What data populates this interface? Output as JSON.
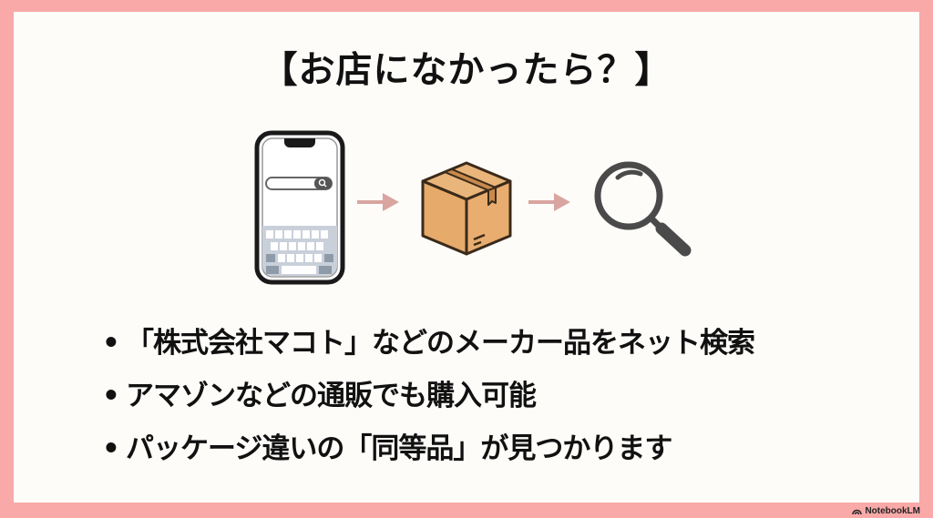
{
  "slide": {
    "title": "【お店になかったら？】",
    "colors": {
      "border": "#f8a9a8",
      "background": "#fdfcf9",
      "arrow": "#d9a5a0",
      "box": "#e6aa6a",
      "magnifier": "#4a4a4a"
    },
    "flow": [
      {
        "icon": "smartphone-search-icon"
      },
      {
        "icon": "arrow-right-icon"
      },
      {
        "icon": "cardboard-box-icon"
      },
      {
        "icon": "arrow-right-icon"
      },
      {
        "icon": "magnifying-glass-icon"
      }
    ],
    "bullets": [
      {
        "dot": "•",
        "text": "「株式会社マコト」などのメーカー品をネット検索"
      },
      {
        "dot": "•",
        "text": "アマゾンなどの通販でも購入可能"
      },
      {
        "dot": "•",
        "text": "パッケージ違いの「同等品」が見つかります"
      }
    ],
    "watermark": "NotebookLM"
  }
}
